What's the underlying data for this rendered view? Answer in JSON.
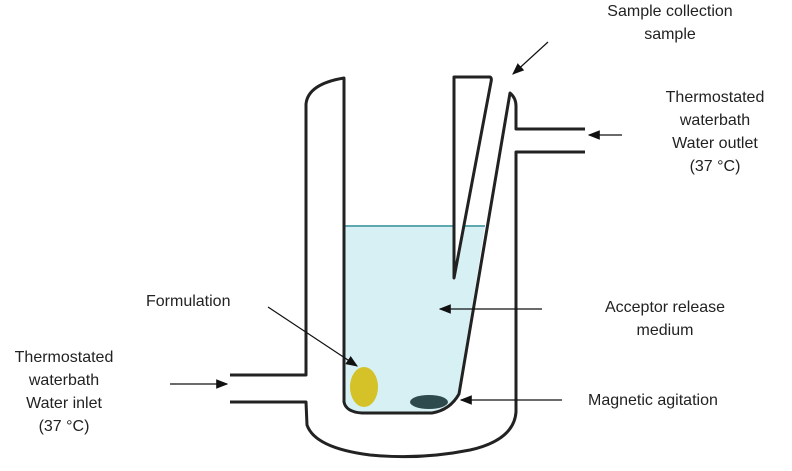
{
  "labels": {
    "sample": [
      "Sample collection",
      "sample"
    ],
    "outlet": [
      "Thermostated",
      "waterbath",
      "Water outlet",
      "(37 °C)"
    ],
    "formulation": "Formulation",
    "acceptor": [
      "Acceptor release",
      "medium"
    ],
    "magnetic": "Magnetic agitation",
    "inlet": [
      "Thermostated",
      "waterbath",
      "Water inlet",
      "(37 °C)"
    ]
  },
  "colors": {
    "medium": "#d7f0f3",
    "surface": "#5fa8b0",
    "formulation": "#d4c228",
    "stirrer": "#2f4a4c",
    "line": "#222222"
  }
}
